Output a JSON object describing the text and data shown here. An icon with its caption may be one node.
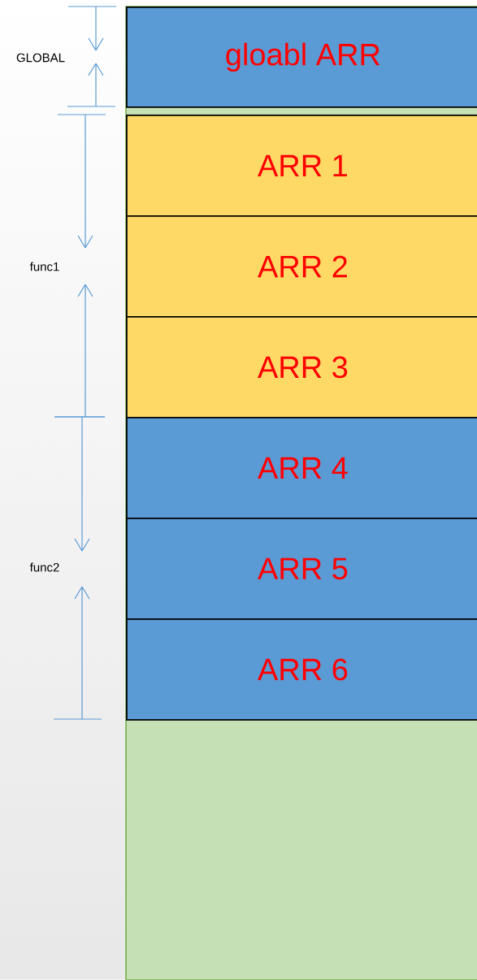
{
  "diagram": {
    "nodes": [
      {
        "text": [
          "gloabl ARR"
        ]
      },
      {
        "text": [
          "ARR 1"
        ]
      },
      {
        "text": [
          "ARR 2"
        ]
      },
      {
        "text": [
          "ARR 3"
        ]
      },
      {
        "text": [
          "ARR 4"
        ]
      },
      {
        "text": [
          "ARR 5"
        ]
      },
      {
        "text": [
          "ARR 6"
        ]
      }
    ],
    "labels": [
      "GLOBAL",
      "func1",
      "func2"
    ]
  }
}
